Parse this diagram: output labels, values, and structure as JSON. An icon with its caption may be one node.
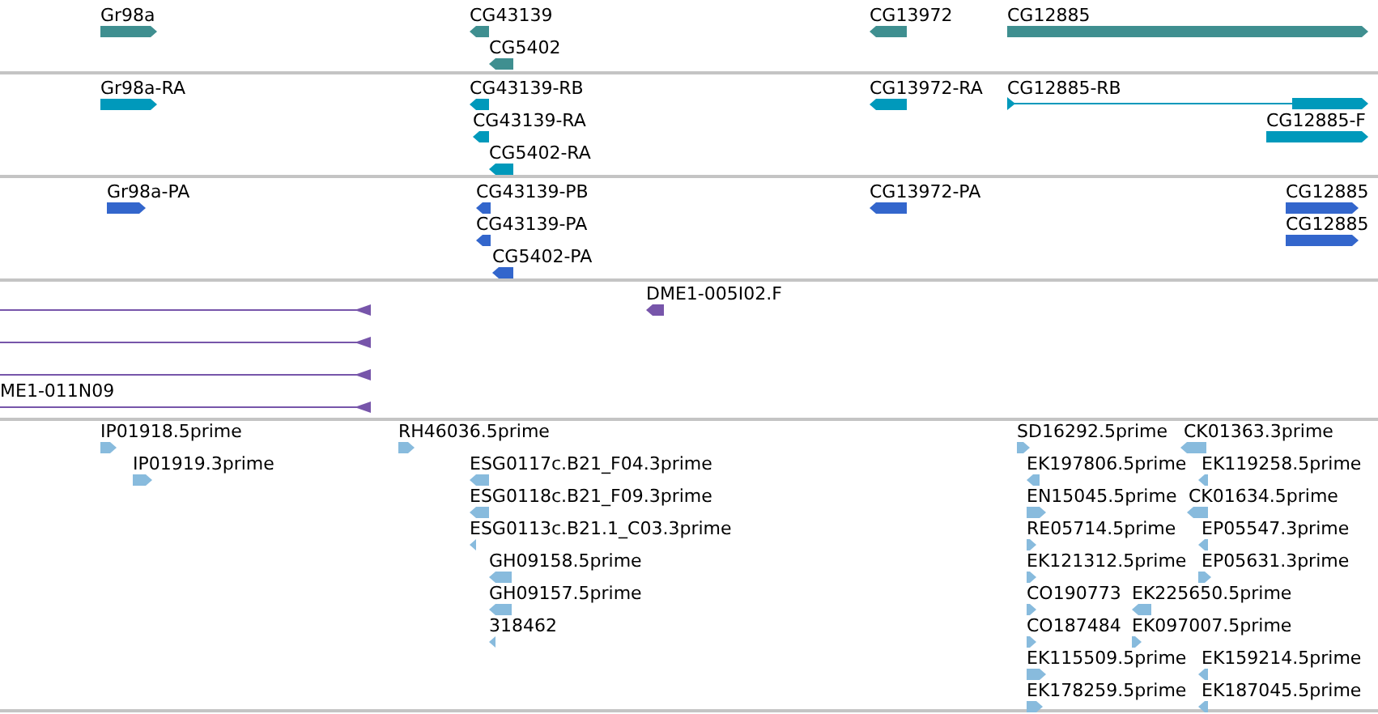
{
  "diagram": {
    "labels": [
      "Gr98a",
      "CG43139",
      "CG13972",
      "CG12885",
      "CG5402",
      "Gr98a-RA",
      "CG43139-RB",
      "CG13972-RA",
      "CG12885-RB",
      "CG43139-RA",
      "CG12885-F",
      "CG5402-RA",
      "Gr98a-PA",
      "CG43139-PB",
      "CG13972-PA",
      "CG12885",
      "CG43139-PA",
      "CG12885",
      "CG5402-PA",
      "DME1-005I02.F",
      "ME1-011N09",
      "IP01918.5prime",
      "RH46036.5prime",
      "SD16292.5prime",
      "CK01363.3prime",
      "IP01919.3prime",
      "ESG0117c.B21_F04.3prime",
      "EK197806.5prime",
      "EK119258.5prime",
      "ESG0118c.B21_F09.3prime",
      "EN15045.5prime",
      "CK01634.5prime",
      "ESG0113c.B21.1_C03.3prime",
      "RE05714.5prime",
      "EP05547.3prime",
      "GH09158.5prime",
      "EK121312.5prime",
      "EP05631.3prime",
      "GH09157.5prime",
      "CO190773",
      "EK225650.5prime",
      "318462",
      "CO187484",
      "EK097007.5prime",
      "EK115509.5prime",
      "EK159214.5prime",
      "EK178259.5prime",
      "EK187045.5prime"
    ]
  }
}
